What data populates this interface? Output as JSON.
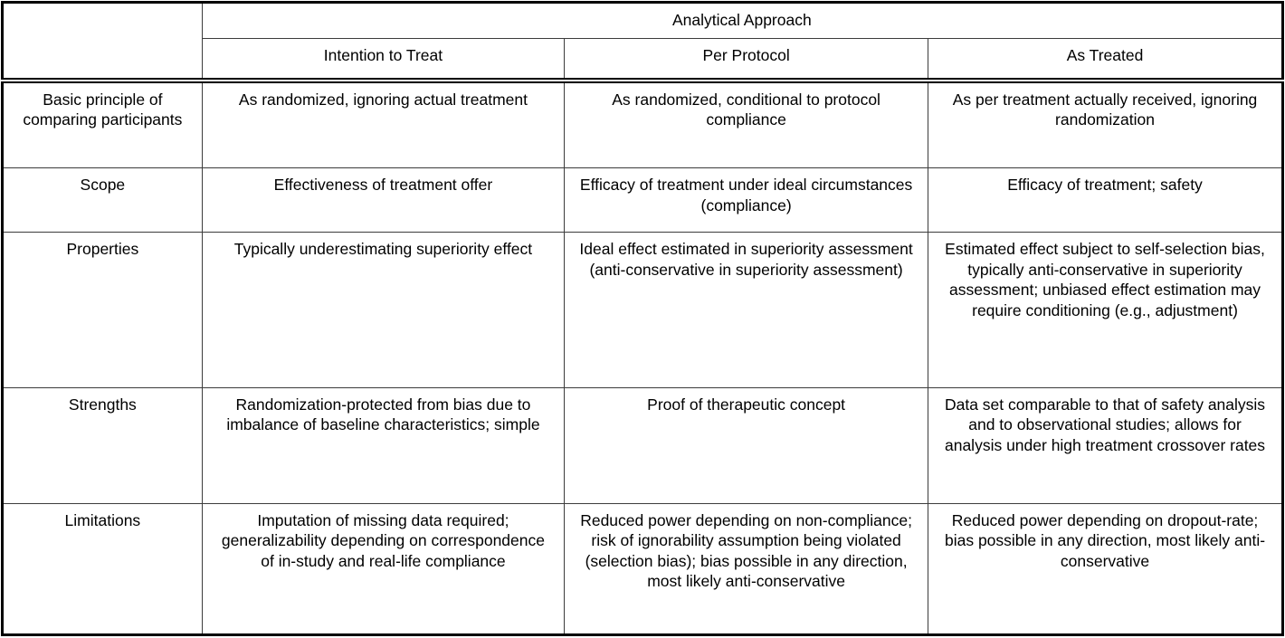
{
  "table": {
    "header": {
      "group_label": "Analytical Approach",
      "columns": [
        "Intention to Treat",
        "Per Protocol",
        "As Treated"
      ]
    },
    "rows": [
      {
        "label": "Basic principle of comparing participants",
        "cells": [
          "As randomized, ignoring actual treatment",
          "As randomized, conditional to protocol compliance",
          "As per treatment actually received, ignoring randomization"
        ]
      },
      {
        "label": "Scope",
        "cells": [
          "Effectiveness of treatment offer",
          "Efficacy of treatment under ideal circumstances (compliance)",
          "Efficacy of treatment; safety"
        ]
      },
      {
        "label": "Properties",
        "cells": [
          "Typically underestimating superiority effect",
          "Ideal effect estimated in superiority assessment (anti-conservative in superiority assessment)",
          "Estimated effect subject to self-selection bias, typically anti-conservative in superiority assessment; unbiased effect estimation may require conditioning (e.g., adjustment)"
        ]
      },
      {
        "label": "Strengths",
        "cells": [
          "Randomization-protected from bias due to imbalance of baseline characteristics; simple",
          "Proof of therapeutic concept",
          "Data set comparable to that of safety analysis and to observational studies; allows for analysis under high treatment crossover rates"
        ]
      },
      {
        "label": "Limitations",
        "cells": [
          "Imputation of missing data required; generalizability depending on correspondence of in-study and real-life compliance",
          "Reduced power depending on non-compliance; risk of ignorability assumption being violated (selection bias); bias possible in any direction, most likely anti-conservative",
          "Reduced power depending on dropout-rate; bias possible in any direction, most likely anti-conservative"
        ]
      }
    ],
    "colors": {
      "border": "#000000",
      "grid": "#3c3c3c",
      "background": "#ffffff",
      "text": "#000000"
    }
  }
}
